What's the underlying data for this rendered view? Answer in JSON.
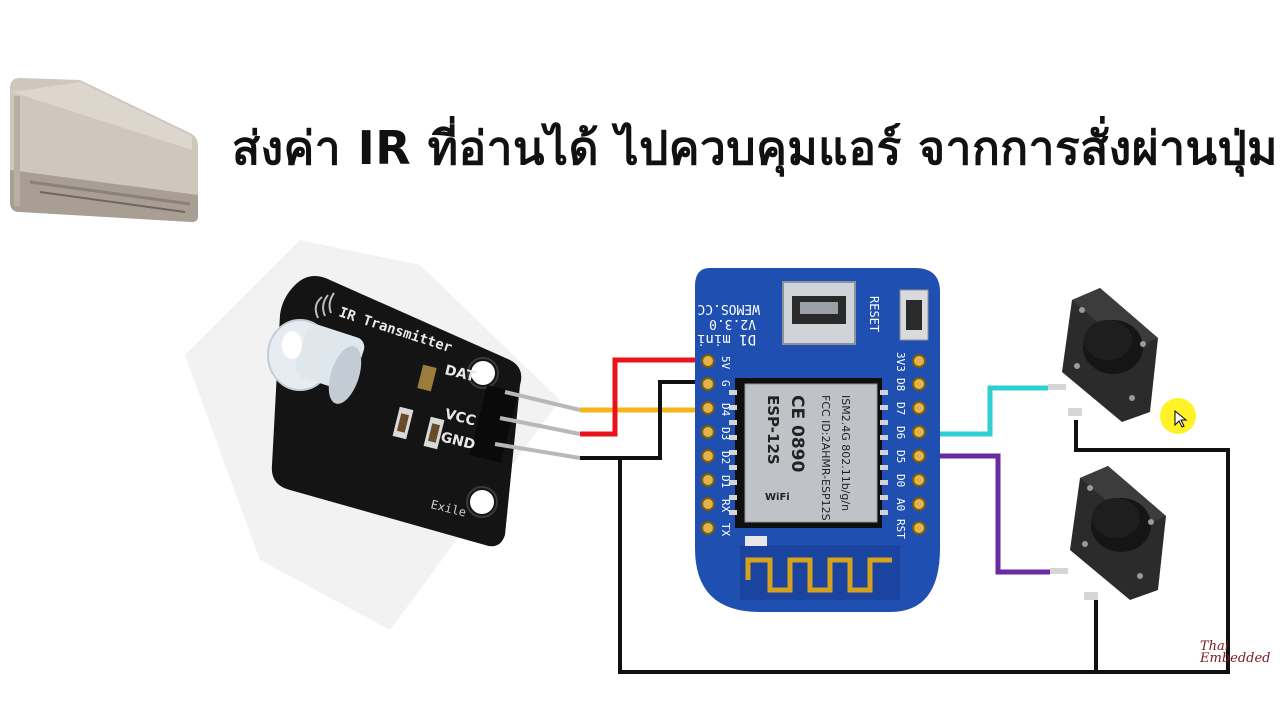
{
  "title": "ส่งค่า IR ที่อ่านได้ ไปควบคุมแอร์ จากการสั่งผ่านปุ่มกด",
  "ir_module": {
    "label": "IR Transmitter",
    "pins": [
      "DAT",
      "VCC",
      "GND"
    ],
    "maker": "Exile"
  },
  "board": {
    "name": "D1 mini",
    "version": "V2.3.0",
    "site": "WEMOS.CC",
    "reset_label": "RESET",
    "left_pins": [
      "5V",
      "G",
      "D4",
      "D3",
      "D2",
      "D1",
      "RX",
      "TX"
    ],
    "right_pins": [
      "3V3",
      "D8",
      "D7",
      "D6",
      "D5",
      "D0",
      "A0",
      "RST"
    ],
    "chip": {
      "model": "ESP-12S",
      "fcc": "FCC ID:2AHMR-ESP12S",
      "ism": "ISM2.4G 802.11b/g/n",
      "ce": "CE 0890",
      "wifi": "WiFi"
    }
  },
  "watermark": [
    "Thai",
    "Embedded"
  ],
  "colors": {
    "red_wire": "#e8131b",
    "yellow_wire": "#f4b41a",
    "black_wire": "#111111",
    "cyan_wire": "#2ecfd0",
    "purple_wire": "#6a2aa0",
    "board_blue": "#1f4fb0"
  },
  "icons": [
    "air-conditioner-icon",
    "push-button-icon",
    "cursor-icon"
  ]
}
